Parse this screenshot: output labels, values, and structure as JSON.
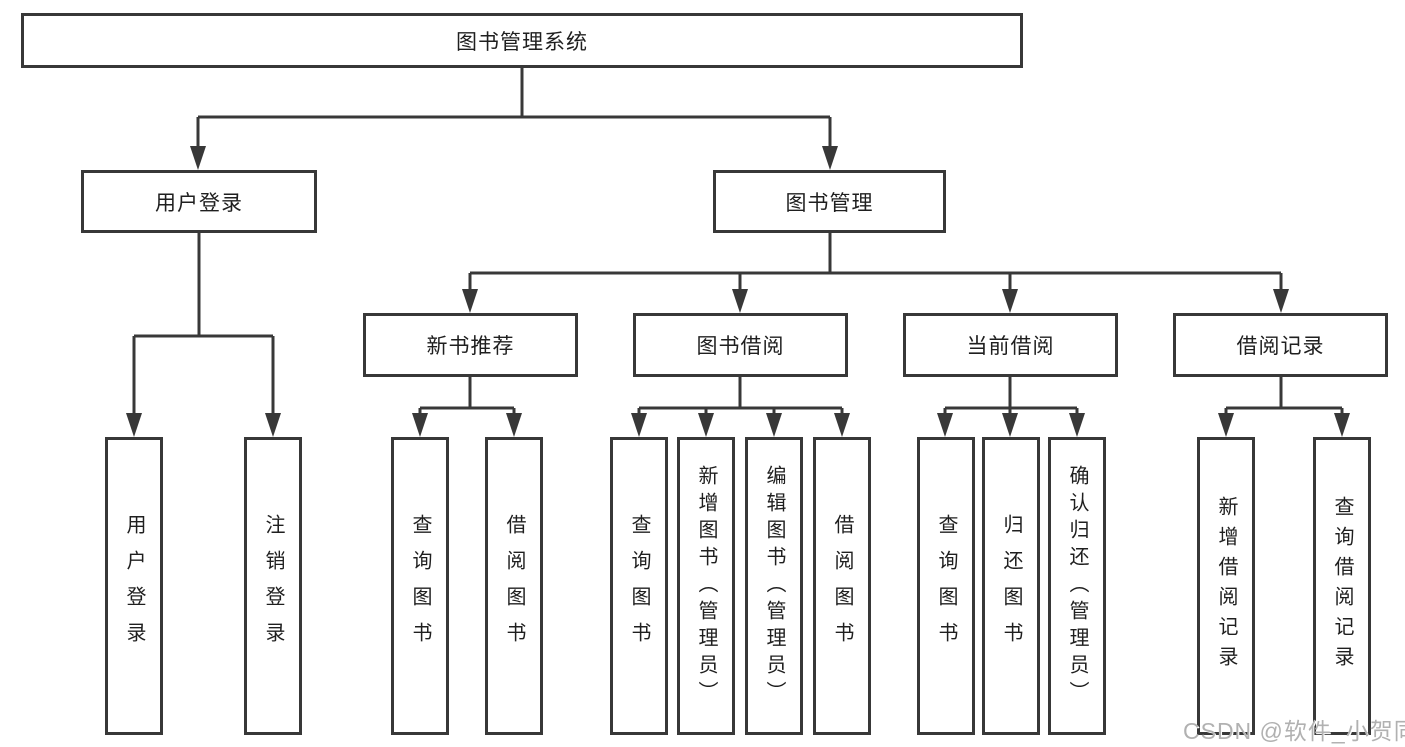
{
  "diagram": {
    "type": "function-structure-tree",
    "colors": {
      "line": "#383838",
      "box_border": "#383838",
      "text": "#1f1f1f",
      "watermark": "#b1b1b1",
      "background": "#ffffff"
    },
    "watermark": "CSDN @软件_小贺同学"
  },
  "tree": {
    "label": "图书管理系统",
    "children": [
      {
        "label": "用户登录",
        "children": [
          {
            "label": "用户登录"
          },
          {
            "label": "注销登录"
          }
        ]
      },
      {
        "label": "图书管理",
        "children": [
          {
            "label": "新书推荐",
            "children": [
              {
                "label": "查询图书"
              },
              {
                "label": "借阅图书"
              }
            ]
          },
          {
            "label": "图书借阅",
            "children": [
              {
                "label": "查询图书"
              },
              {
                "label": "新增图书（管理员）"
              },
              {
                "label": "编辑图书（管理员）"
              },
              {
                "label": "借阅图书"
              }
            ]
          },
          {
            "label": "当前借阅",
            "children": [
              {
                "label": "查询图书"
              },
              {
                "label": "归还图书"
              },
              {
                "label": "确认归还（管理员）"
              }
            ]
          },
          {
            "label": "借阅记录",
            "children": [
              {
                "label": "新增借阅记录"
              },
              {
                "label": "查询借阅记录"
              }
            ]
          }
        ]
      }
    ]
  }
}
